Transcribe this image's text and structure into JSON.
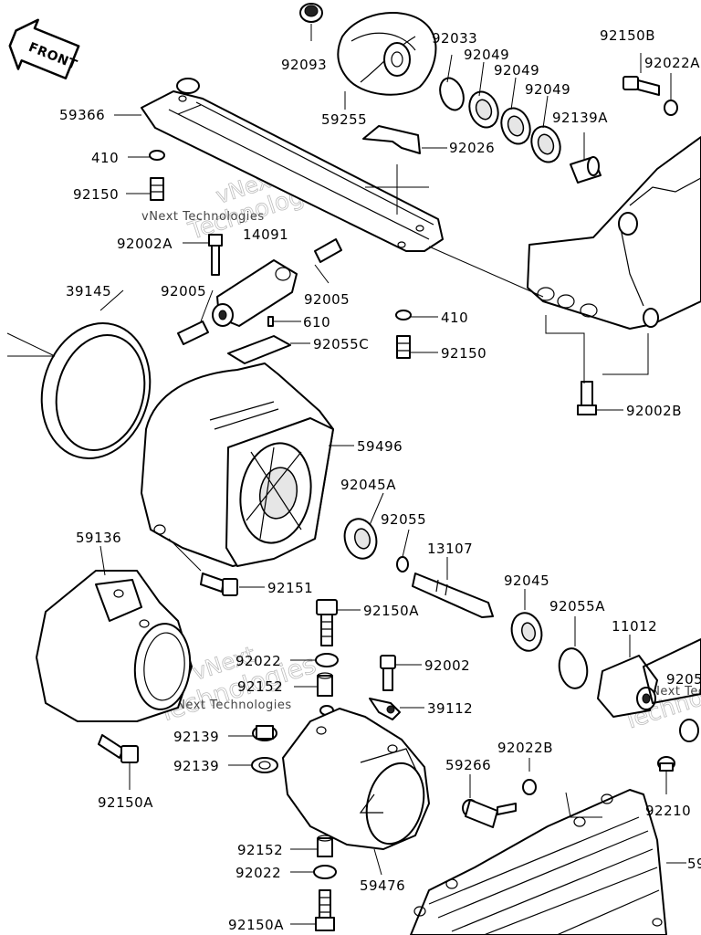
{
  "front_badge": "FRONT",
  "watermark": {
    "line1": "vNext",
    "line2": "Technologies",
    "inline": "vNext Technologies"
  },
  "callouts": [
    {
      "id": "92093"
    },
    {
      "id": "92033"
    },
    {
      "id": "92049"
    },
    {
      "id": "92049"
    },
    {
      "id": "92049"
    },
    {
      "id": "92150B"
    },
    {
      "id": "92022A"
    },
    {
      "id": "59366"
    },
    {
      "id": "59255"
    },
    {
      "id": "92139A"
    },
    {
      "id": "410"
    },
    {
      "id": "92026"
    },
    {
      "id": "92150"
    },
    {
      "id": "92002A"
    },
    {
      "id": "14091"
    },
    {
      "id": "39145"
    },
    {
      "id": "92005"
    },
    {
      "id": "92005"
    },
    {
      "id": "610"
    },
    {
      "id": "410"
    },
    {
      "id": "92055C"
    },
    {
      "id": "92150"
    },
    {
      "id": "92002B"
    },
    {
      "id": "59496"
    },
    {
      "id": "92045A"
    },
    {
      "id": "92055"
    },
    {
      "id": "59136"
    },
    {
      "id": "13107"
    },
    {
      "id": "92045"
    },
    {
      "id": "92055A"
    },
    {
      "id": "11012"
    },
    {
      "id": "92151"
    },
    {
      "id": "92150A"
    },
    {
      "id": "92022"
    },
    {
      "id": "92002"
    },
    {
      "id": "9205"
    },
    {
      "id": "92152"
    },
    {
      "id": "39112"
    },
    {
      "id": "92139"
    },
    {
      "id": "92022B"
    },
    {
      "id": "92139"
    },
    {
      "id": "59266"
    },
    {
      "id": "92210"
    },
    {
      "id": "92150A"
    },
    {
      "id": "92152"
    },
    {
      "id": "92022"
    },
    {
      "id": "59476"
    },
    {
      "id": "59"
    },
    {
      "id": "92150A"
    }
  ]
}
